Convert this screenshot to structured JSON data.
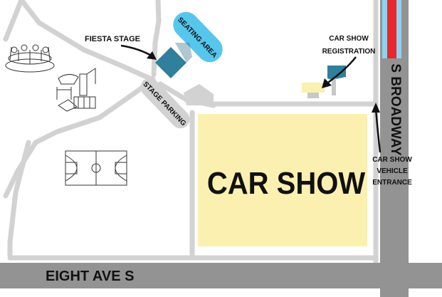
{
  "labels": {
    "fiesta_stage": "FIESTA STAGE",
    "seating_area": "SEATING AREA",
    "stage_parking": "STAGE PARKING",
    "car_show_registration_line1": "CAR SHOW",
    "car_show_registration_line2": "REGISTRATION",
    "s_broadway": "S BROADWAY",
    "car_show_vehicle_entrance_line1": "CAR SHOW",
    "car_show_vehicle_entrance_line2": "VEHICLE",
    "car_show_vehicle_entrance_line3": "ENTRANCE",
    "car_show": "CAR SHOW",
    "eight_ave_s": "EIGHT AVE S"
  },
  "colors": {
    "road": "#939393",
    "path": "#d2d2d2",
    "car_show_area": "#fbf0b0",
    "stage": "#2f7f9d",
    "seating_area": "#57c6ec",
    "registration_booth": "#fbf0b0",
    "registration_sign": "#2f7f9d",
    "bike_lane_red": "#e8262b",
    "bike_lane_blue": "#8fd1ee",
    "text": "#111111"
  },
  "icons": {
    "playground": "playground-icon",
    "play_equipment": "play-equipment-icon",
    "basketball_court": "basketball-court-icon",
    "arrows": "arrow-icon"
  }
}
